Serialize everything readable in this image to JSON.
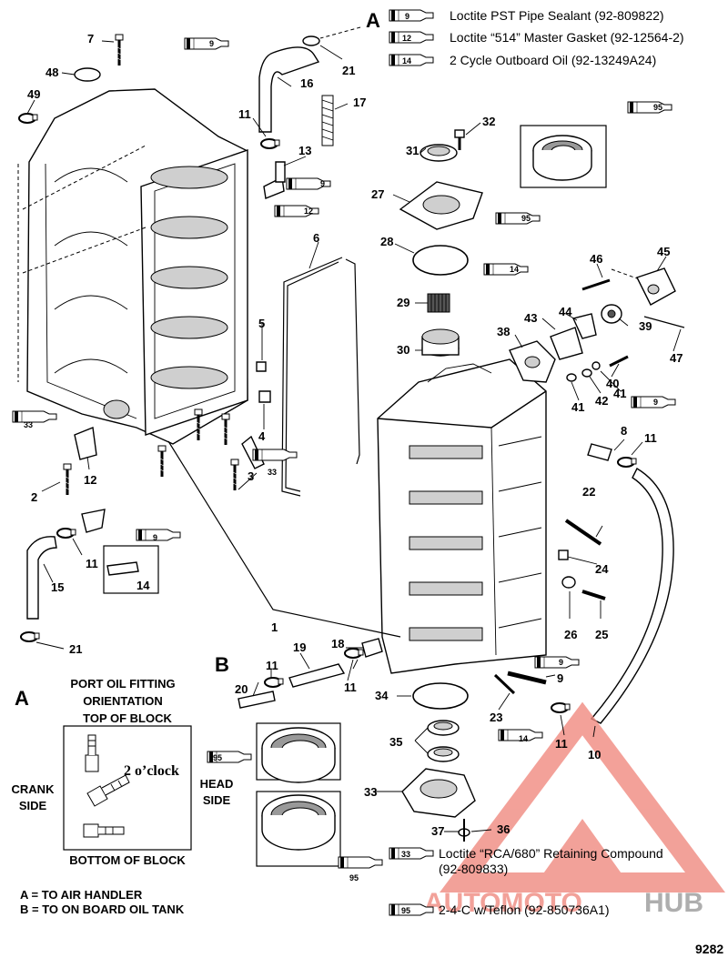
{
  "section_labels": {
    "a_top": "A",
    "a_bottom": "A",
    "b": "B"
  },
  "legend": [
    {
      "code": "9",
      "text": "Loctite PST Pipe Sealant (92-809822)"
    },
    {
      "code": "12",
      "text": "Loctite “514” Master Gasket (92-12564-2)"
    },
    {
      "code": "14",
      "text": "2 Cycle Outboard Oil (92-13249A24)"
    }
  ],
  "legend_bottom": [
    {
      "code": "33",
      "text": "Loctite “RCA/680” Retaining Compound",
      "text2": "(92-809833)"
    },
    {
      "code": "95",
      "text": "2-4-C w/Teflon (92-850736A1)"
    }
  ],
  "callouts": [
    "1",
    "2",
    "3",
    "4",
    "5",
    "6",
    "7",
    "8",
    "9",
    "10",
    "11",
    "12",
    "13",
    "14",
    "15",
    "16",
    "17",
    "18",
    "19",
    "20",
    "21",
    "22",
    "23",
    "24",
    "25",
    "26",
    "27",
    "28",
    "29",
    "30",
    "31",
    "32",
    "33",
    "34",
    "35",
    "36",
    "37",
    "38",
    "39",
    "40",
    "41",
    "42",
    "43",
    "44",
    "45",
    "46",
    "47",
    "48",
    "49"
  ],
  "orientation": {
    "title_line1": "PORT OIL FITTING",
    "title_line2": "ORIENTATION",
    "top": "TOP OF BLOCK",
    "bottom": "BOTTOM OF BLOCK",
    "left_line1": "CRANK",
    "left_line2": "SIDE",
    "right_line1": "HEAD",
    "right_line2": "SIDE",
    "clock": "2 o’clock"
  },
  "footnotes": {
    "a": "A = TO AIR HANDLER",
    "b": "B = TO ON BOARD OIL TANK"
  },
  "figure_number": "9282",
  "watermark": {
    "part1": "AUTOMOTO",
    "part2": "HUB",
    "color1": "#f08a80",
    "color2": "#9a9a9a"
  },
  "tube_codes": {
    "t9": "9",
    "t12": "12",
    "t14": "14",
    "t33": "33",
    "t95": "95"
  }
}
